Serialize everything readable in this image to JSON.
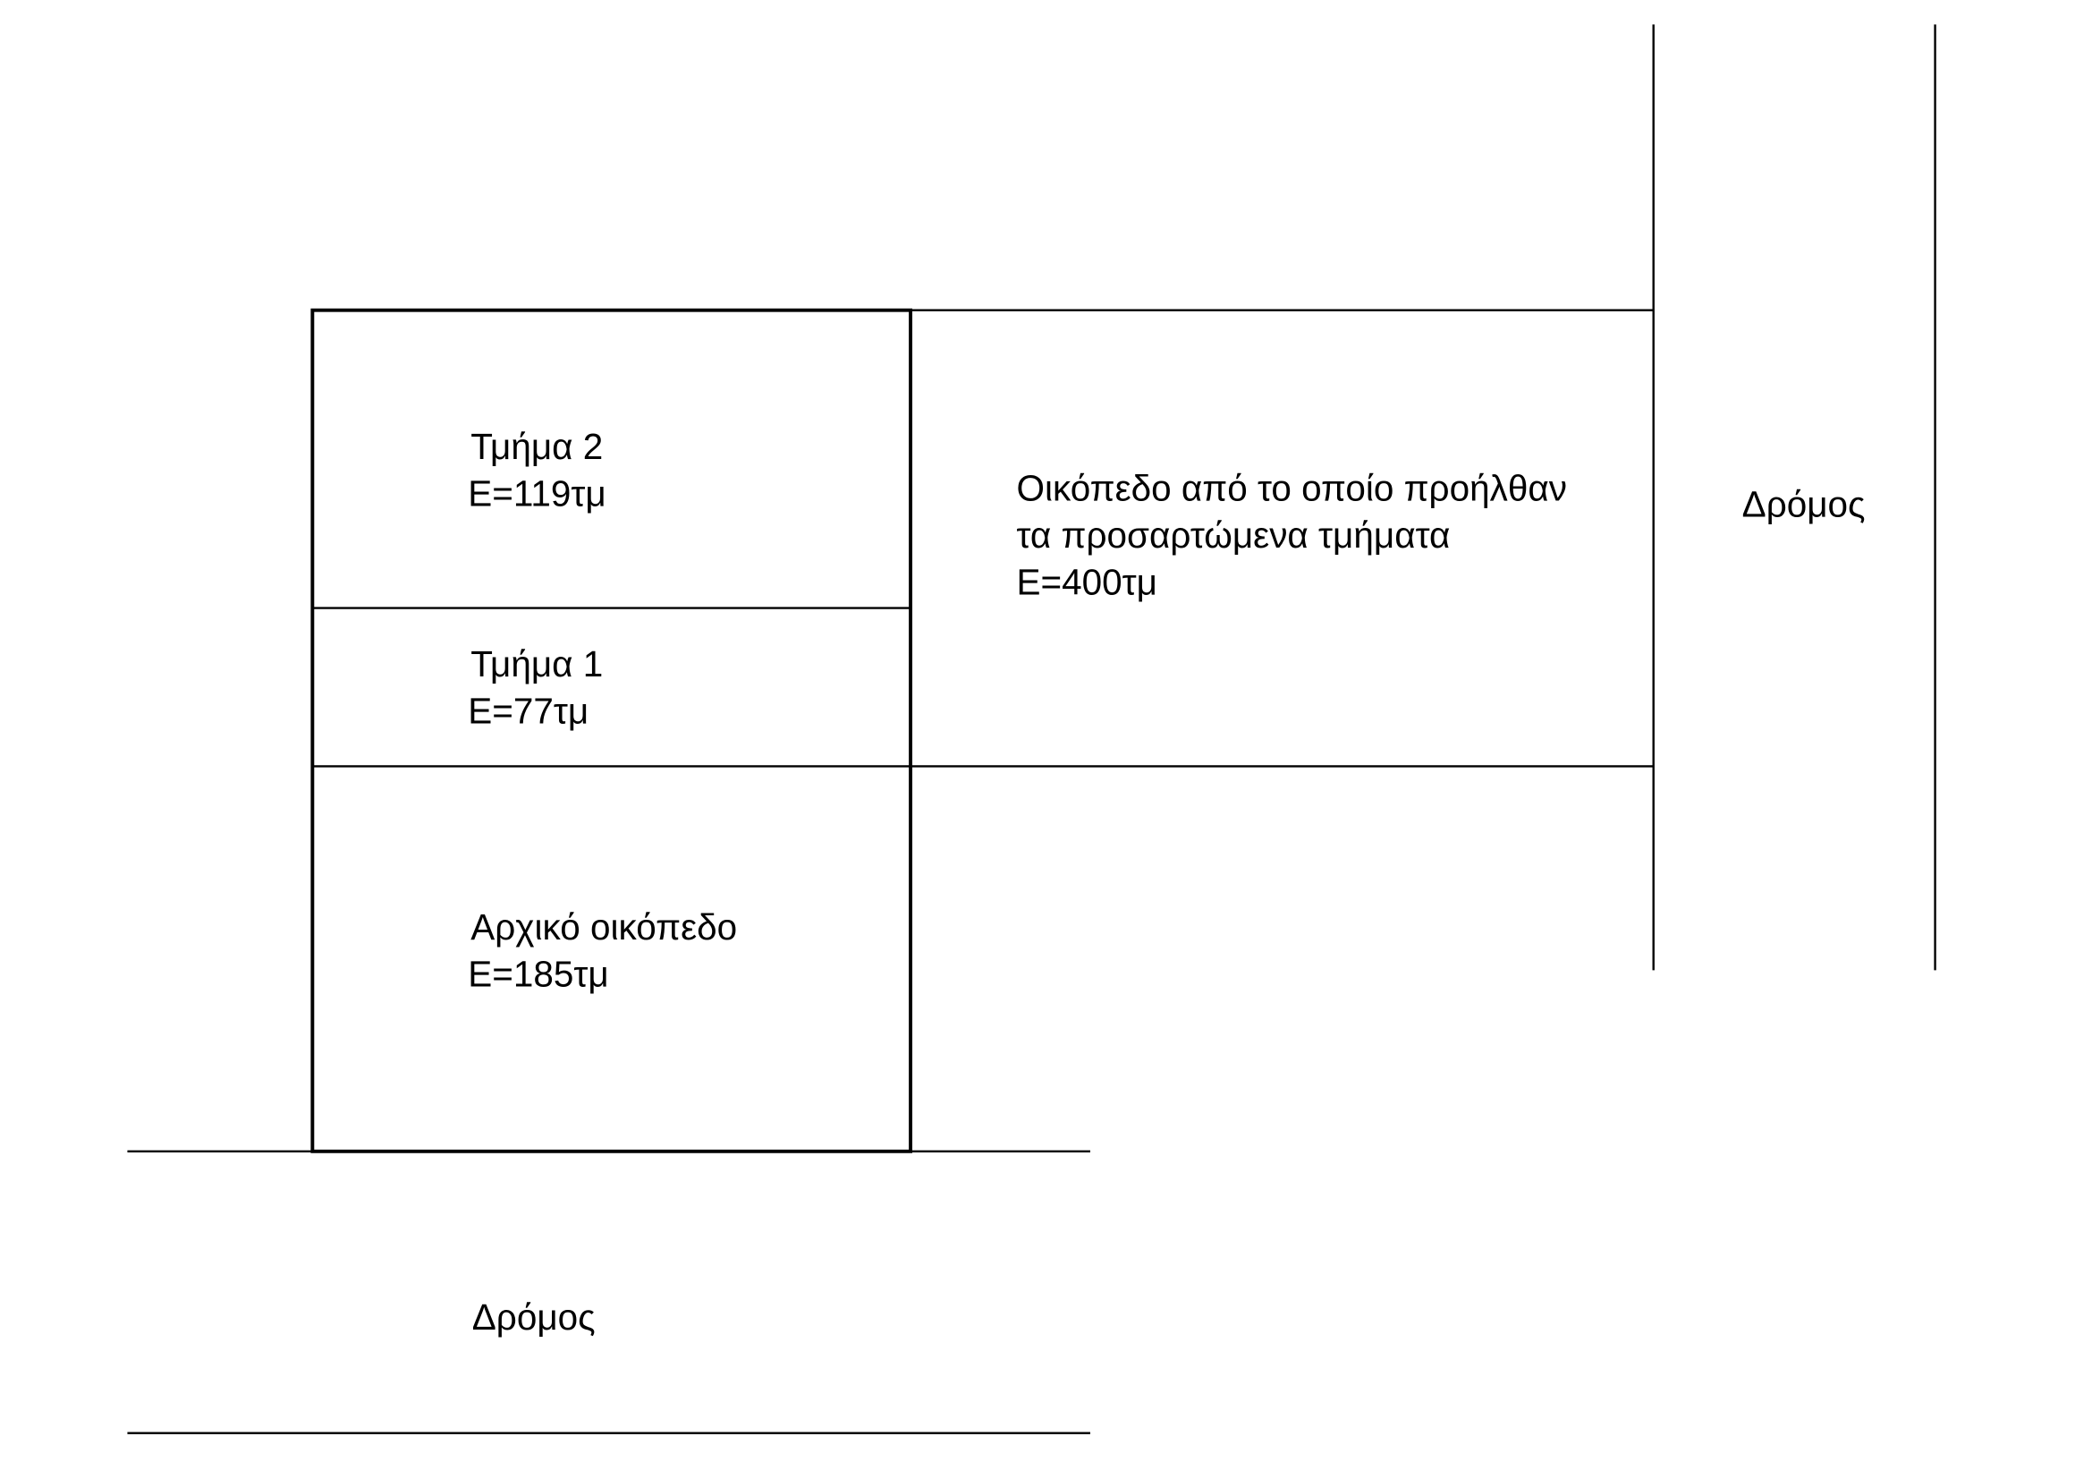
{
  "parcels": {
    "part2": {
      "name": "Τμήμα 2",
      "area": "E=119τμ"
    },
    "part1": {
      "name": "Τμήμα 1",
      "area": "E=77τμ"
    },
    "original": {
      "name": "Αρχικό οικόπεδο",
      "area": "E=185τμ"
    },
    "source": {
      "line1": "Οικόπεδο από το οποίο προήλθαν",
      "line2": "τα προσαρτώμενα τμήματα",
      "area": "E=400τμ"
    }
  },
  "roads": {
    "right": "Δρόμος",
    "bottom": "Δρόμος"
  }
}
